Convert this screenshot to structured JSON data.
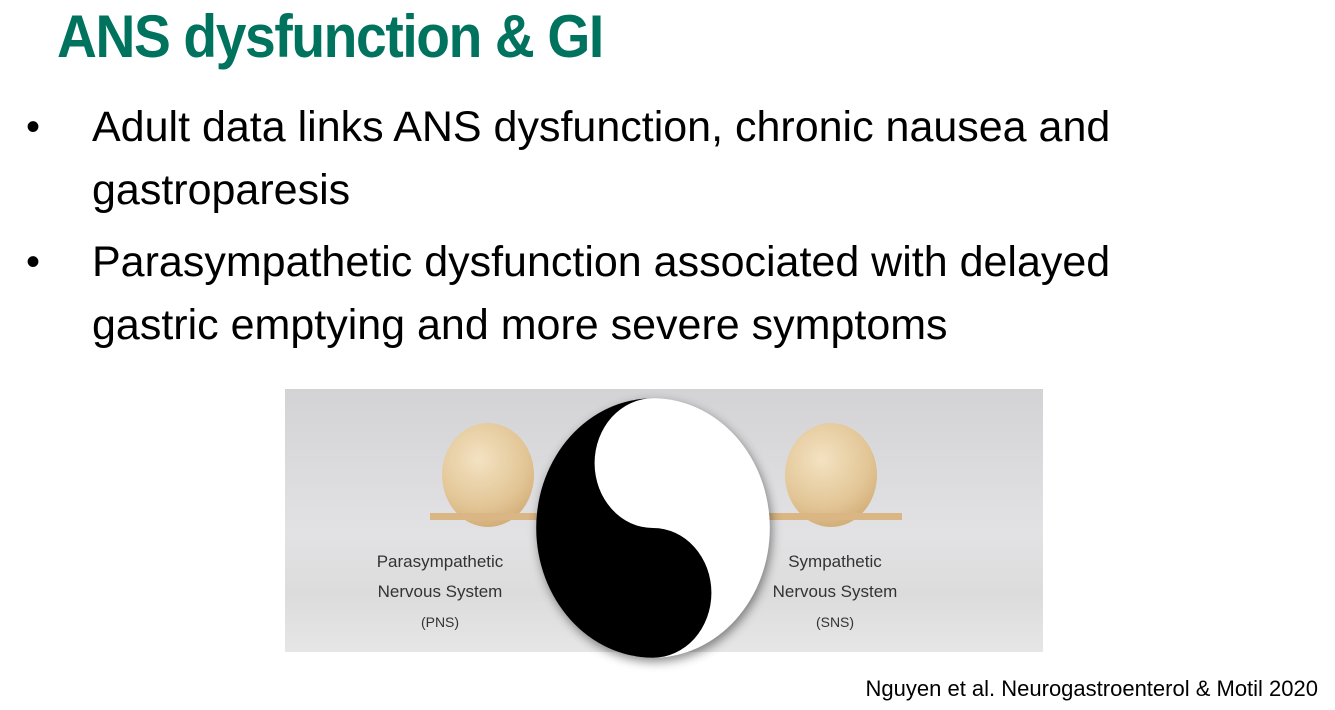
{
  "slide": {
    "title": "ANS dysfunction & GI",
    "bullets": [
      {
        "marker": "•",
        "line1": "Adult data links ANS dysfunction, chronic nausea and",
        "line2": "gastroparesis"
      },
      {
        "marker": "•",
        "line1": "Parasympathetic dysfunction associated with delayed",
        "line2": "gastric emptying and more severe symptoms"
      }
    ],
    "figure": {
      "left_label": {
        "line1": "Parasympathetic",
        "line2": "Nervous System",
        "abbr": "(PNS)"
      },
      "right_label": {
        "line1": "Sympathetic",
        "line2": "Nervous System",
        "abbr": "(SNS)"
      }
    },
    "citation": "Nguyen et al. Neurogastroenterol & Motil 2020"
  }
}
